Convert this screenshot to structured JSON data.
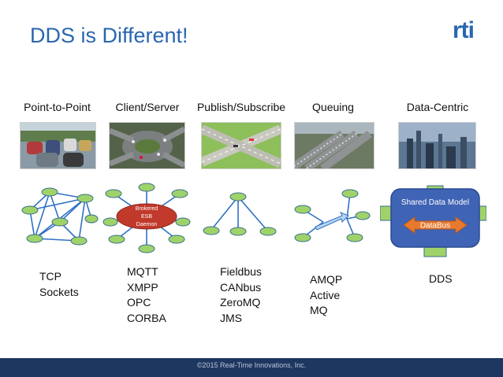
{
  "slide": {
    "title": "DDS is Different!",
    "logo_text": "rti",
    "footer": "©2015 Real-Time Innovations, Inc."
  },
  "columns": [
    {
      "label": "Point-to-Point",
      "image": "traffic-jam-photo",
      "diagram": "peer-mesh-network",
      "protocols": [
        "TCP",
        "Sockets"
      ]
    },
    {
      "label": "Client/Server",
      "image": "roundabout-photo",
      "diagram": "hub-and-spoke-broker",
      "broker_label": [
        "Brokered",
        "ESB",
        "Daemon"
      ],
      "protocols": [
        "MQTT",
        "XMPP",
        "OPC",
        "CORBA"
      ]
    },
    {
      "label": "Publish/Subscribe",
      "image": "highway-interchange-photo",
      "diagram": "publish-fanout",
      "protocols": [
        "Fieldbus",
        "CANbus",
        "ZeroMQ",
        "JMS"
      ]
    },
    {
      "label": "Queuing",
      "image": "freeway-queue-photo",
      "diagram": "queue-network",
      "protocols": [
        "AMQP",
        "Active",
        "MQ"
      ]
    },
    {
      "label": "Data-Centric",
      "image": "futuristic-city-photo",
      "diagram": "shared-data-model",
      "model_label": "Shared Data Model",
      "bus_label": "DataBus",
      "protocols": [
        "DDS"
      ]
    }
  ],
  "colors": {
    "title": "#2a66b1",
    "node_green": "#9fd36a",
    "link_blue": "#2f72c4",
    "broker": "#c0392b",
    "databus_box": "#3f63b5",
    "footer_bg": "#1e3760"
  }
}
